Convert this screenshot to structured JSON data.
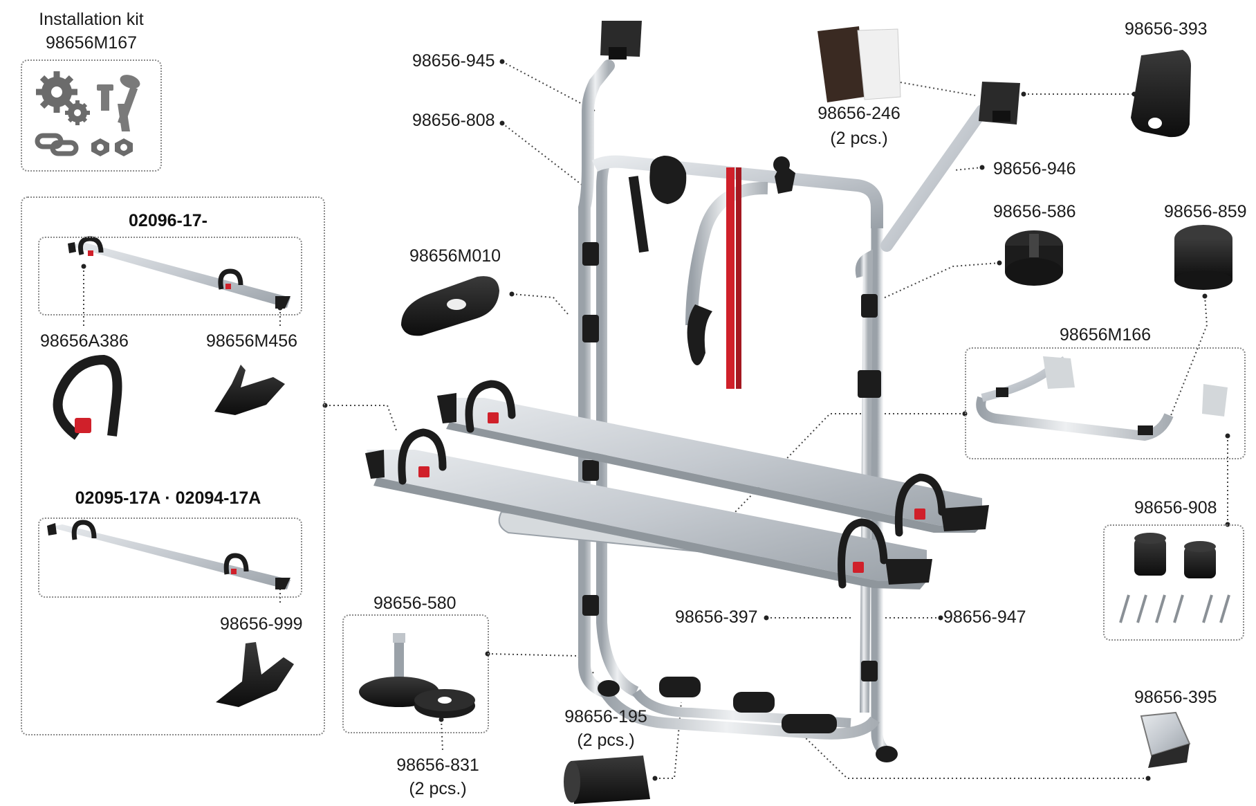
{
  "installation_kit": {
    "line1": "Installation kit",
    "line2": "98656M167"
  },
  "groups": {
    "g1_title": "02096-17-",
    "g2_title": "02095-17A · 02094-17A"
  },
  "labels": {
    "p945": "98656-945",
    "p808": "98656-808",
    "pM010": "98656M010",
    "p246": "98656-246",
    "p246_qty": "(2 pcs.)",
    "p393": "98656-393",
    "p946": "98656-946",
    "p586": "98656-586",
    "p859": "98656-859",
    "pM166": "98656M166",
    "p908": "98656-908",
    "pA386": "98656A386",
    "pM456": "98656M456",
    "p999": "98656-999",
    "p580": "98656-580",
    "p831": "98656-831",
    "p831_qty": "(2 pcs.)",
    "p195": "98656-195",
    "p195_qty": "(2 pcs.)",
    "p397": "98656-397",
    "p947": "98656-947",
    "p395": "98656-395"
  },
  "colors": {
    "aluminium": "#c9ced3",
    "aluminium_dark": "#9aa1a8",
    "black_part": "#1c1c1c",
    "red_strap": "#d0202a",
    "icon_grey": "#6b6b6b",
    "leader": "#444444"
  },
  "icons": [
    "gear-icon",
    "screw-icon",
    "chain-icon",
    "nut-icon"
  ]
}
